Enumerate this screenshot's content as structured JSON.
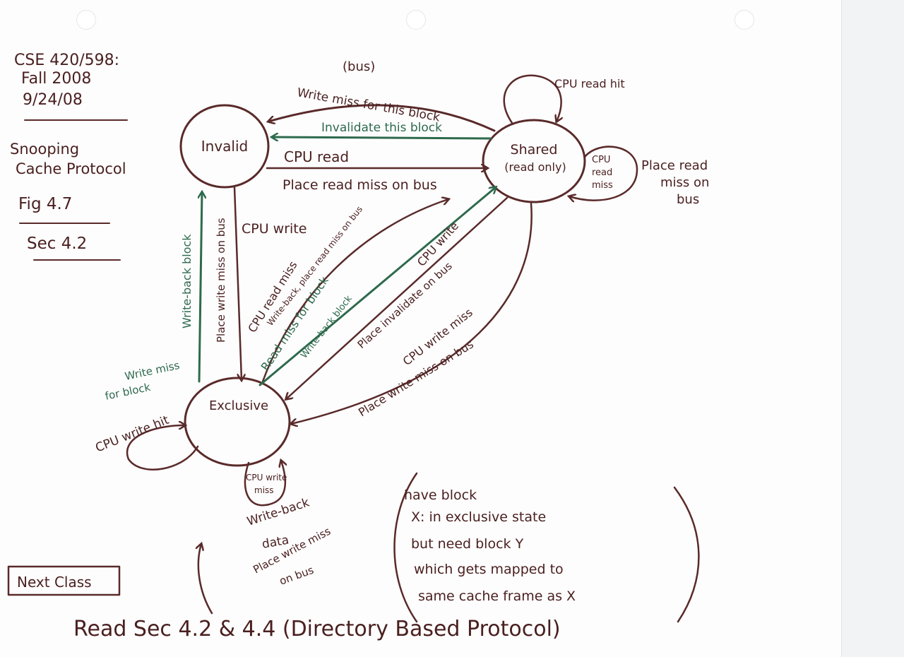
{
  "header": {
    "course": "CSE 420/598:",
    "term": "Fall 2008",
    "date": "9/24/08",
    "topic_line1": "Snooping",
    "topic_line2": "Cache Protocol",
    "figure_ref": "Fig 4.7",
    "section_ref": "Sec 4.2"
  },
  "states": {
    "invalid": "Invalid",
    "shared_line1": "Shared",
    "shared_line2": "(read only)",
    "exclusive": "Exclusive"
  },
  "labels": {
    "bus": "(bus)",
    "write_miss_this_block": "Write miss for this block",
    "invalidate_this_block": "Invalidate this block",
    "cpu_read": "CPU read",
    "place_read_miss_on_bus": "Place read miss on bus",
    "cpu_read_hit": "CPU read hit",
    "cpu_read_miss_small_1": "CPU",
    "cpu_read_miss_small_2": "read",
    "cpu_read_miss_small_3": "miss",
    "place_read_miss_side_1": "Place read",
    "place_read_miss_side_2": "miss on",
    "place_read_miss_side_3": "bus",
    "cpu_write": "CPU write",
    "place_write_miss_on_bus_vertical": "Place write miss on bus",
    "write_back_block": "Write-back block",
    "write_miss_for_block_1": "Write miss",
    "write_miss_for_block_2": "for block",
    "cpu_write_hit": "CPU write hit",
    "cpu_write_miss_1": "CPU write",
    "cpu_write_miss_2": "miss",
    "write_back_data": "Write-back",
    "data_word": "data",
    "place_write_miss_1": "Place write miss",
    "place_write_miss_2": "on bus",
    "diag_cpu_read_miss": "CPU read miss",
    "diag_write_back_place": "Write-back, place read miss on bus",
    "diag_read_miss_for_block": "Read miss for block",
    "diag_write_back_block": "Write-back block",
    "diag_cpu_write": "CPU write",
    "diag_place_on_bus": "Place invalidate on bus",
    "diag_cpu_write_miss": "CPU write miss",
    "diag_place_write_miss": "Place write miss on bus"
  },
  "note": {
    "line1": "have block",
    "line2": "X: in exclusive state",
    "line3": "but need block Y",
    "line4": "which gets mapped to",
    "line5": "same cache frame as X"
  },
  "footer": {
    "next_class": "Next Class",
    "reading": "Read Sec 4.2 & 4.4 (Directory Based Protocol)"
  },
  "colors": {
    "ink_brown": "#5a2a2a",
    "ink_green": "#2e6a4d",
    "paper": "#fdfdfd"
  }
}
